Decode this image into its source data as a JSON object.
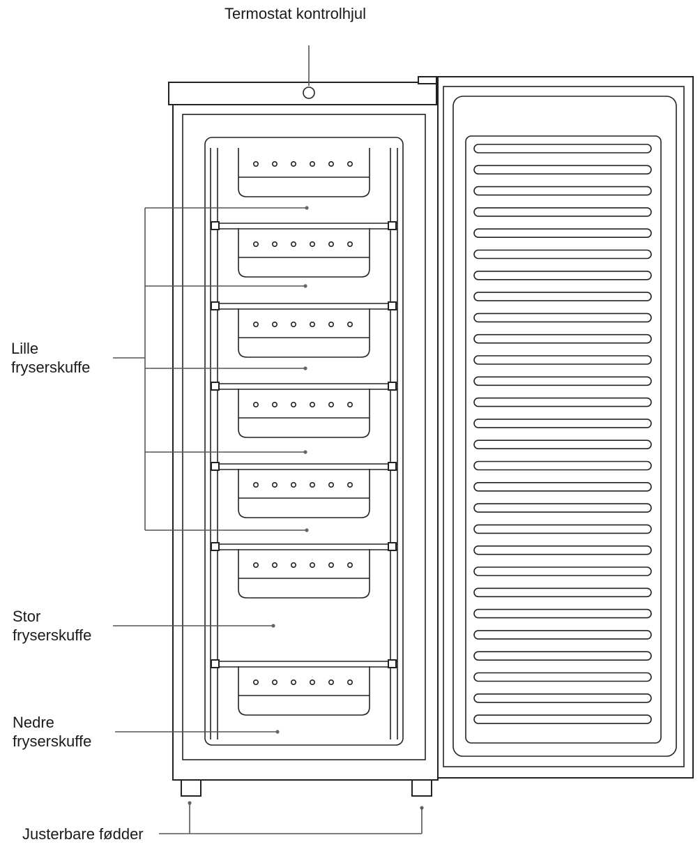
{
  "labels": {
    "thermostat": "Termostat kontrolhjul",
    "small_drawer_line1": "Lille",
    "small_drawer_line2": "fryserskuffe",
    "large_drawer_line1": "Stor",
    "large_drawer_line2": "fryserskuffe",
    "bottom_drawer_line1": "Nedre",
    "bottom_drawer_line2": "fryserskuffe",
    "feet": "Justerbare fødder"
  },
  "counts": {
    "small_drawers": 5,
    "door_ribs": 28,
    "drawer_holes": 6
  },
  "colors": {
    "line": "#222222",
    "leader": "#555555",
    "background": "#ffffff"
  }
}
